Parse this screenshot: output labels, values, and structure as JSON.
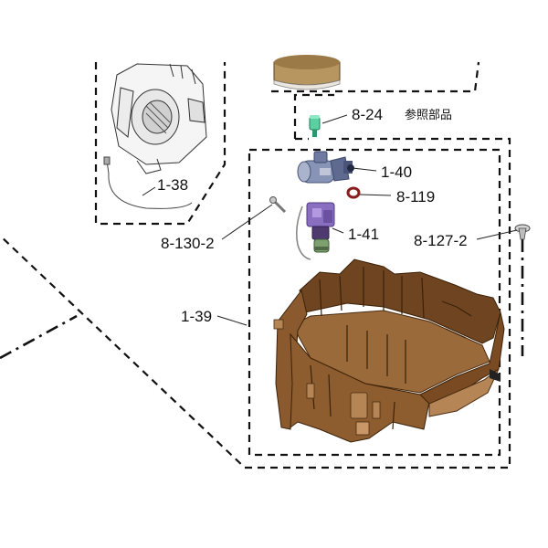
{
  "labels": {
    "p1_38": "1-38",
    "p1_39": "1-39",
    "p1_40": "1-40",
    "p1_41": "1-41",
    "p8_24": "8-24",
    "p8_24_note": "参照部品",
    "p8_119": "8-119",
    "p8_127_2": "8-127-2",
    "p8_130_2": "8-130-2"
  },
  "colors": {
    "housing_brown": "#8a5a2e",
    "housing_dark": "#4a2c12",
    "housing_light": "#b58555",
    "valve_blue": "#7f8fb2",
    "valve_purple": "#8a6fc0",
    "connector_green": "#5ad0a0",
    "seal_red": "#8a1c1c",
    "pump_gold": "#b89660"
  }
}
